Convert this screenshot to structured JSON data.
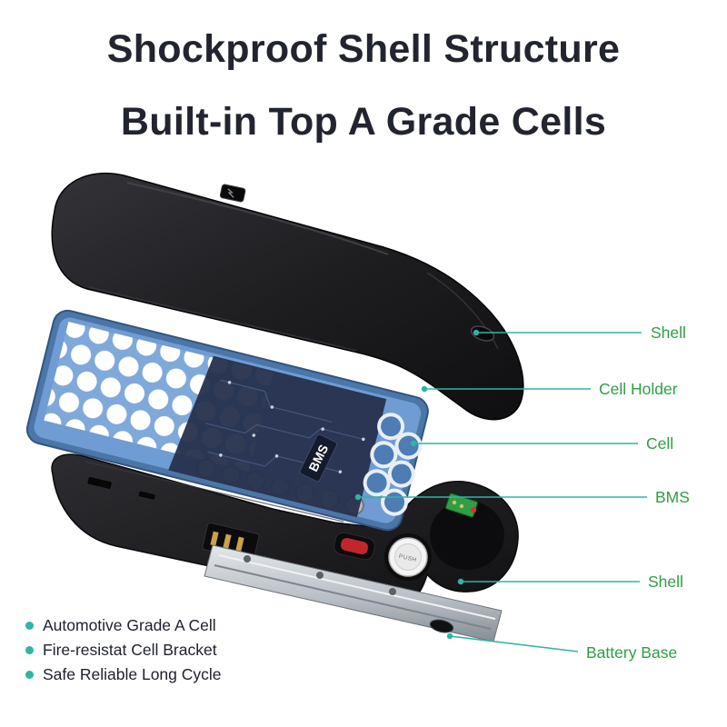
{
  "title": {
    "line1": "Shockproof Shell Structure",
    "line2": "Built-in Top A Grade Cells"
  },
  "callouts": [
    {
      "label": "Shell"
    },
    {
      "label": "Cell Holder"
    },
    {
      "label": "Cell"
    },
    {
      "label": "BMS"
    },
    {
      "label": "Shell"
    },
    {
      "label": "Battery Base"
    }
  ],
  "diagram": {
    "bms_label": "BMS",
    "push_button_label": "PUSH"
  },
  "features": [
    "Automotive Grade A Cell",
    "Fire-resistat Cell Bracket",
    "Safe Reliable Long Cycle"
  ],
  "colors": {
    "title_text": "#22242f",
    "callout_text": "#2f9e44",
    "leader_line": "#2fb5a3",
    "bullet_dot": "#2fb5a3",
    "shell_black": "#1d1d20",
    "cell_holder_blue": "#7fa9da",
    "bms_board_navy": "#26304d",
    "switch_red": "#c0272d",
    "charge_pcb_green": "#2f9e44"
  }
}
